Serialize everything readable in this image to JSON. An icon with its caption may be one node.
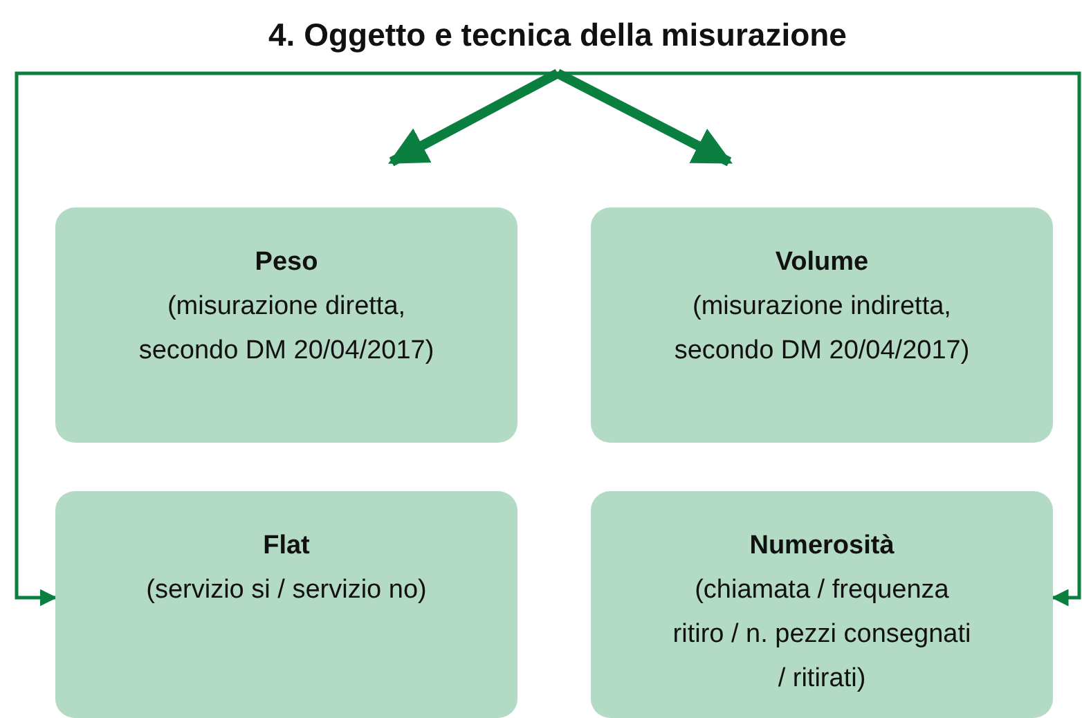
{
  "diagram": {
    "nodes": [
      {
        "text": [
          "4. Oggetto e tecnica della misurazione"
        ]
      },
      {
        "text": [
          "Peso",
          "(misurazione diretta, secondo DM 20/04/2017)"
        ]
      },
      {
        "text": [
          "Volume",
          "(misurazione indiretta, secondo DM 20/04/2017)"
        ]
      },
      {
        "text": [
          "Flat",
          "(servizio si / servizio no)"
        ]
      },
      {
        "text": [
          "Numerosità",
          "(chiamata / frequenza ritiro / n. pezzi consegnati / ritirati)"
        ]
      }
    ],
    "edges": [
      {
        "from": 0,
        "to": 1,
        "arrow": "to",
        "style": "thick"
      },
      {
        "from": 0,
        "to": 2,
        "arrow": "to",
        "style": "thick"
      },
      {
        "from": 0,
        "to": 3,
        "arrow": "to"
      },
      {
        "from": 0,
        "to": 4,
        "arrow": "to"
      }
    ]
  }
}
